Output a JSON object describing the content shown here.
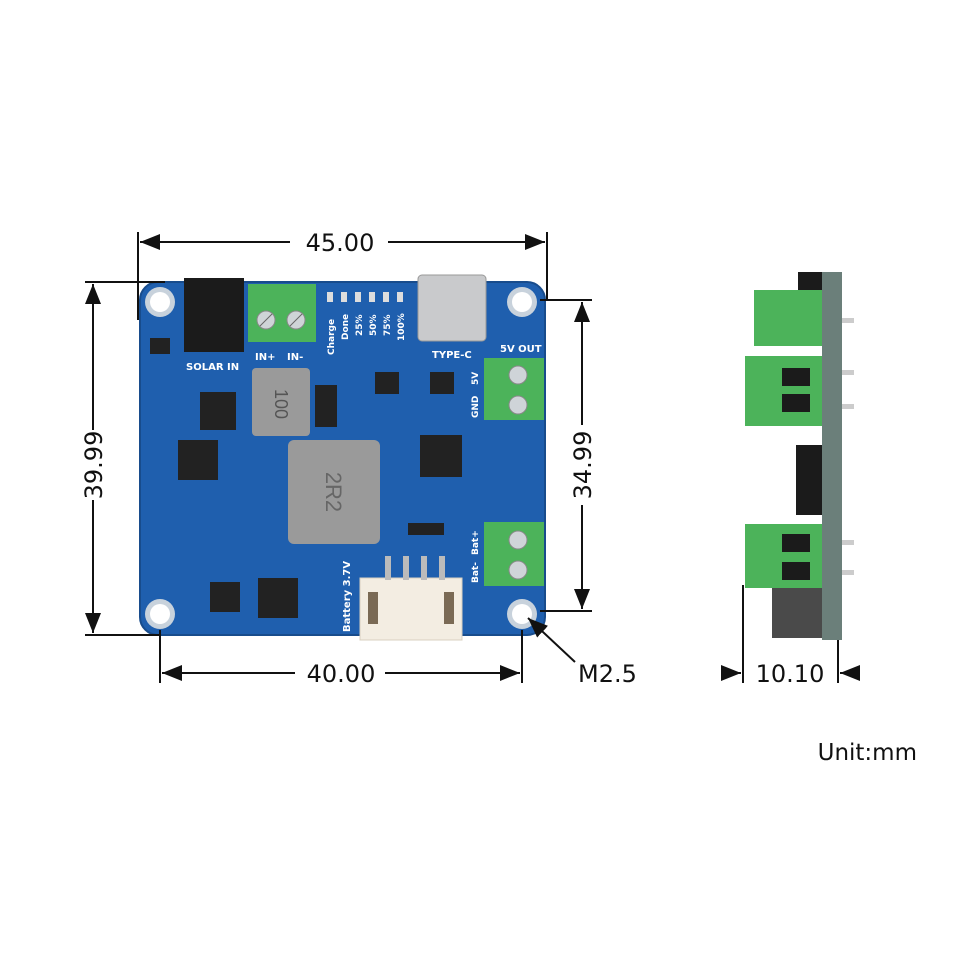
{
  "dimensions": {
    "width_total": "45.00",
    "height_total": "39.99",
    "hole_spacing_vertical": "34.99",
    "hole_spacing_horizontal": "40.00",
    "mount_hole": "M2.5",
    "thickness": "10.10",
    "unit": "Unit:mm"
  },
  "silkscreen": {
    "solar_in": "SOLAR IN",
    "in_plus": "IN+",
    "in_minus": "IN-",
    "leds": [
      "Charge",
      "Done",
      "25%",
      "50%",
      "75%",
      "100%"
    ],
    "type_c": "TYPE-C",
    "out_5v": "5V OUT",
    "pin_5v": "5V",
    "pin_gnd": "GND",
    "bat_minus": "Bat-",
    "bat_plus": "Bat+",
    "battery": "Battery 3.7V",
    "inductor_1": "100",
    "inductor_2": "2R2"
  },
  "colors": {
    "pcb": "#1f5fae",
    "terminal": "#4cb35a",
    "connector": "#f3ede2"
  }
}
